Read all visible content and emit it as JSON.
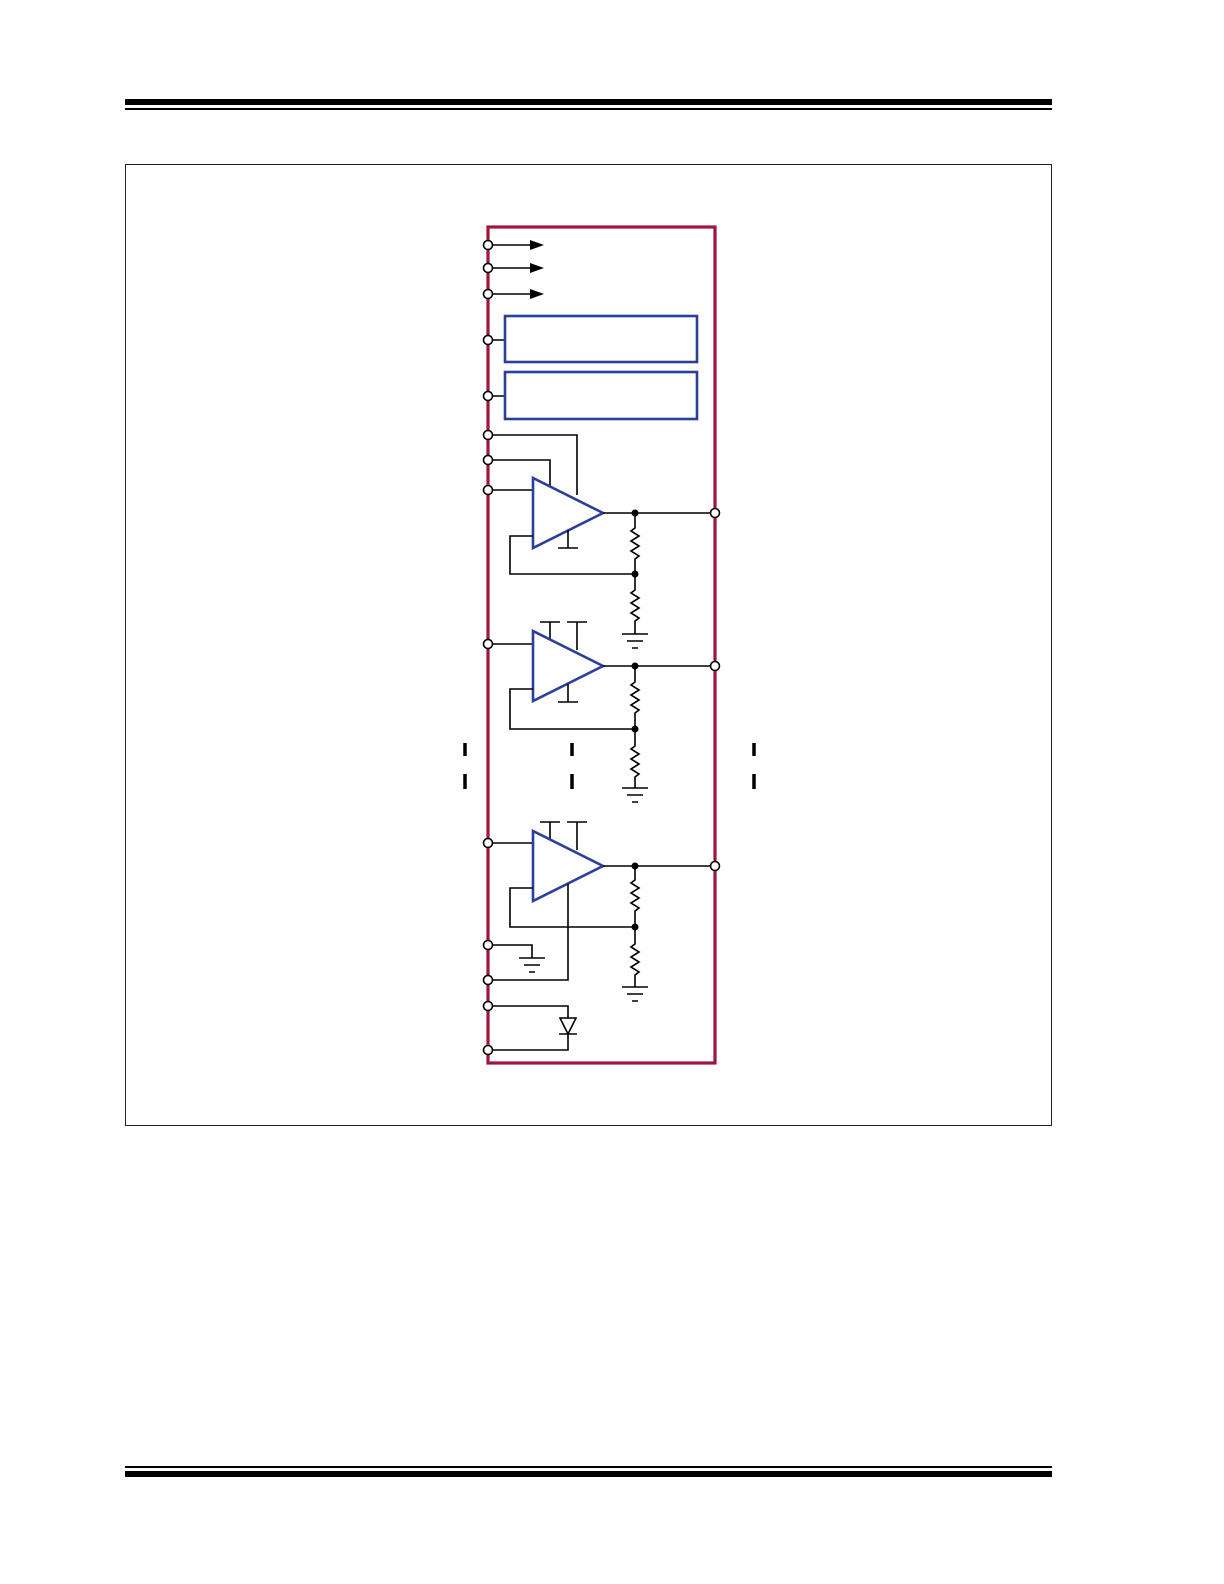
{
  "colors": {
    "package_outline": "#a0153e",
    "functional_block": "#2b3f9a",
    "wiring": "#000000"
  },
  "icons": {
    "amplifier": "triangle-op-amp-icon",
    "resistor": "zigzag-resistor-icon",
    "ground": "ground-icon",
    "diode": "diode-icon",
    "signal_arrow": "arrow-right-icon"
  },
  "diagram": {
    "left_pins": 14,
    "right_pins": 3,
    "amplifier_stages": 3,
    "internal_blocks": 2,
    "continuation_marks": 3
  }
}
